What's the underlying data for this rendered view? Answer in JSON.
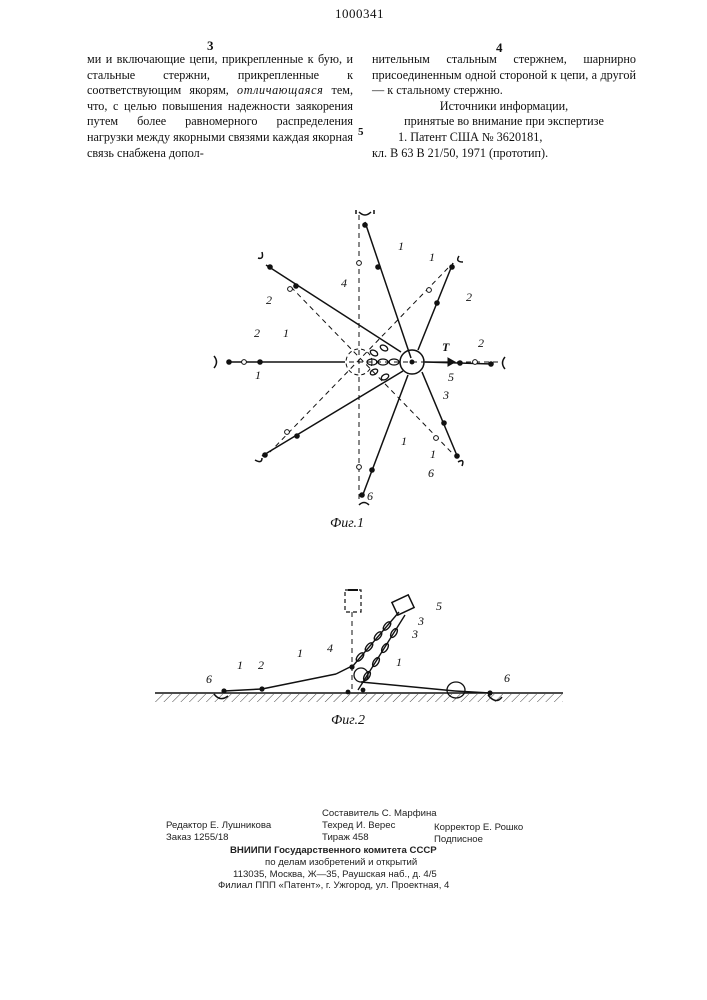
{
  "header": {
    "patent_number": "1000341",
    "col_left_number": "3",
    "col_right_number": "4",
    "line_marker": "5"
  },
  "left_column": {
    "part1": "ми и включающие цепи, прикрепленные к бую, и стальные стержни, прикрепленные к соответствующим якорям,",
    "emph": "отличающаяся",
    "part2": "тем, что, с целью повышения надежности заякорения путем более равномерного распределения нагрузки между якорными связями каждая якорная связь снабжена допол-"
  },
  "right_column": {
    "text": "нительным стальным стержнем, шарнирно присоединенным одной стороной к цепи, а другой — к стальному стержню.",
    "sources_title": "Источники информации,",
    "sources_subtitle": "принятые во внимание при экспертизе",
    "ref_line1": "1. Патент США № 3620181,",
    "ref_line2": "кл. В 63 В 21/50, 1971 (прототип)."
  },
  "figure1": {
    "caption": "Фиг.1",
    "labels": {
      "l_top_1": "1",
      "l_top_4": "4",
      "l_upright_1": "1",
      "l_upright_2": "2",
      "l_upleft_2": "2",
      "l_left_2": "2",
      "l_left_1a": "1",
      "l_left_1b": "1",
      "l_right_T": "T",
      "l_right_2": "2",
      "l_5": "5",
      "l_3": "3",
      "l_low_1": "1",
      "l_lowright_1": "1",
      "l_lowright_6": "6",
      "l_bottom_6": "6"
    }
  },
  "figure2": {
    "caption": "Фиг.2",
    "labels": {
      "l_6_left": "6",
      "l_1_left": "1",
      "l_2": "2",
      "l_1_mid": "1",
      "l_4": "4",
      "l_5": "5",
      "l_3a": "3",
      "l_3b": "3",
      "l_1_buoy": "1",
      "l_6_right": "6"
    }
  },
  "footer": {
    "compiler": "Составитель С. Марфина",
    "editor": "Редактор Е. Лушникова",
    "techred": "Техред И. Верес",
    "corrector": "Корректор Е. Рошко",
    "order": "Заказ 1255/18",
    "circulation": "Тираж 458",
    "subscription": "Подписное",
    "org": "ВНИИПИ Государственного комитета СССР",
    "org2": "по делам изобретений и открытий",
    "address": "113035, Москва, Ж—35, Раушская наб., д. 4/5",
    "branch": "Филиал ППП «Патент», г. Ужгород, ул. Проектная, 4"
  },
  "colors": {
    "ink": "#111111",
    "paper": "#ffffff"
  }
}
